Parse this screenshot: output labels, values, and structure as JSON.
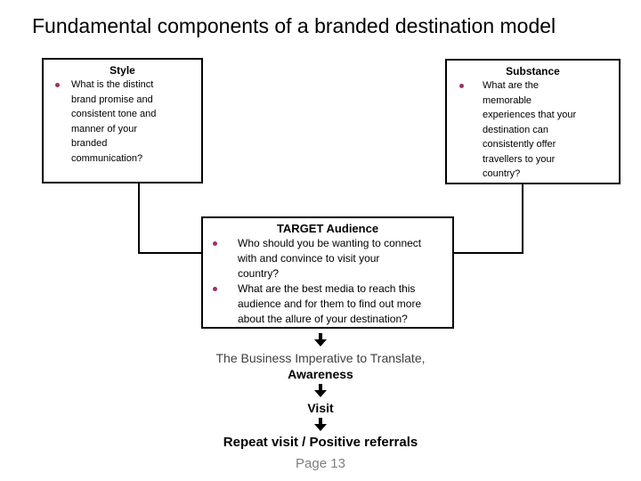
{
  "slide": {
    "title": "Fundamental components of a branded destination model"
  },
  "boxes": {
    "style": {
      "heading": "Style",
      "bullets": [
        "What is the distinct\nbrand promise and\nconsistent tone and\nmanner of your\nbranded\ncommunication?"
      ]
    },
    "substance": {
      "heading": "Substance",
      "bullets": [
        "What are the\nmemorable\nexperiences that your\ndestination can\nconsistently offer\ntravellers to your\ncountry?"
      ]
    },
    "target": {
      "heading": "TARGET Audience",
      "bullets": [
        "Who should you be wanting to connect\nwith and convince to visit your\ncountry?",
        "What are the best media to reach this\naudience and for them to find out more\nabout the allure of your destination?"
      ]
    }
  },
  "flow": {
    "imperative": "The Business Imperative to Translate,",
    "steps": [
      "Awareness",
      "Visit",
      "Repeat visit / Positive referrals"
    ]
  },
  "footer": {
    "page_label": "Page 13"
  },
  "icons": {
    "down_arrow": "thick-down-arrow",
    "bullet": "round-dot"
  },
  "colors": {
    "bullet_dot": "#993366",
    "box_border": "#000000",
    "connector": "#000000",
    "title_text": "#000000",
    "imperative_text": "#404040",
    "page_text": "#7f7f7f"
  }
}
